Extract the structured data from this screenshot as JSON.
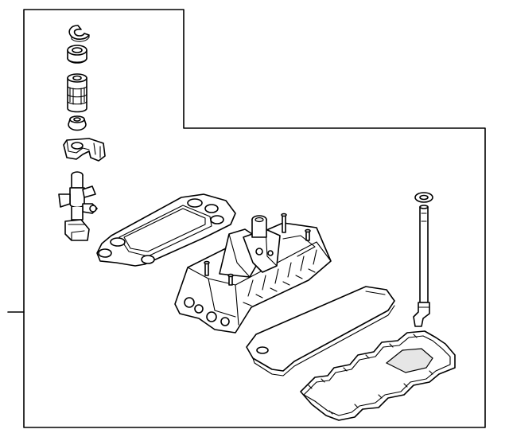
{
  "diagram": {
    "type": "exploded-parts-diagram",
    "background": "#ffffff",
    "line_color": "#000000",
    "parts": [
      "c-clip",
      "bushing",
      "damper-sleeve",
      "cap-bushing",
      "shift-bracket",
      "shift-rod-joint",
      "mounting-gasket",
      "shifter-housing",
      "housing-cover-plate",
      "bottom-gasket",
      "shift-lever-rod",
      "o-ring"
    ]
  }
}
